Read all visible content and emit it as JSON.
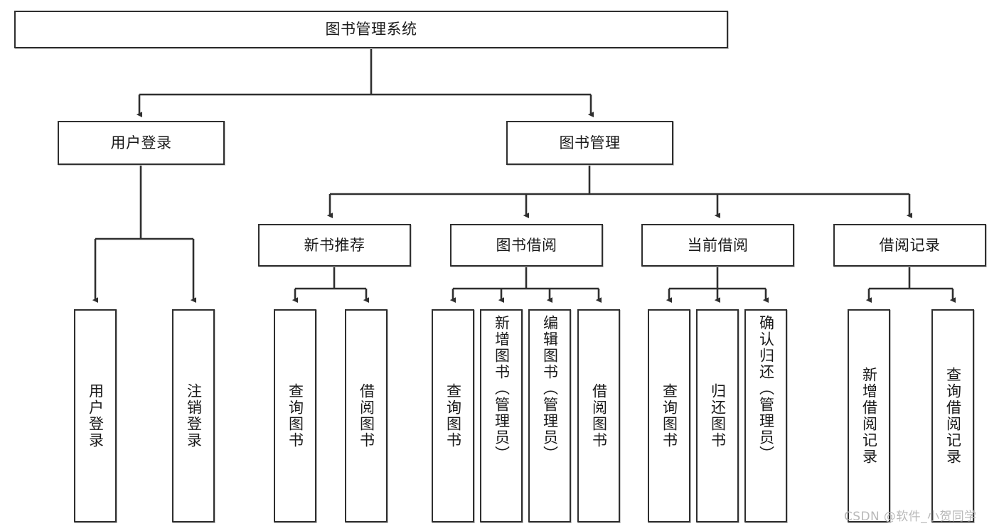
{
  "diagram": {
    "title": "图书管理系统",
    "type": "tree-hierarchy-chart",
    "root": {
      "id": "root",
      "label": "图书管理系统"
    },
    "level2": [
      {
        "id": "user-login",
        "label": "用户登录"
      },
      {
        "id": "book-manage",
        "label": "图书管理"
      }
    ],
    "level3": [
      {
        "id": "new-book-rec",
        "label": "新书推荐"
      },
      {
        "id": "book-borrow",
        "label": "图书借阅"
      },
      {
        "id": "current-borrow",
        "label": "当前借阅"
      },
      {
        "id": "borrow-record",
        "label": "借阅记录"
      }
    ],
    "leaves": {
      "user_login": [
        {
          "id": "leaf-user-login",
          "label": "用户登录"
        },
        {
          "id": "leaf-logout",
          "label": "注销登录"
        }
      ],
      "new_book_rec": [
        {
          "id": "leaf-query-book-1",
          "label": "查询图书"
        },
        {
          "id": "leaf-borrow-book-1",
          "label": "借阅图书"
        }
      ],
      "book_borrow": [
        {
          "id": "leaf-query-book-2",
          "label": "查询图书"
        },
        {
          "id": "leaf-add-book",
          "label": "新增图书（管理员）"
        },
        {
          "id": "leaf-edit-book",
          "label": "编辑图书（管理员）"
        },
        {
          "id": "leaf-borrow-book-2",
          "label": "借阅图书"
        }
      ],
      "current_borrow": [
        {
          "id": "leaf-query-book-3",
          "label": "查询图书"
        },
        {
          "id": "leaf-return-book",
          "label": "归还图书"
        },
        {
          "id": "leaf-confirm-return",
          "label": "确认归还（管理员）"
        }
      ],
      "borrow_record": [
        {
          "id": "leaf-add-record",
          "label": "新增借阅记录"
        },
        {
          "id": "leaf-query-record",
          "label": "查询借阅记录"
        }
      ]
    }
  },
  "watermark": {
    "text": "CSDN @软件_小贺同学"
  },
  "colors": {
    "box_border": "#2f2f2f",
    "box_fill": "#ffffff",
    "text": "#1a1a1a",
    "edge": "#2f2f2f",
    "watermark": "#b9b9b9",
    "page_background": "#ffffff"
  }
}
